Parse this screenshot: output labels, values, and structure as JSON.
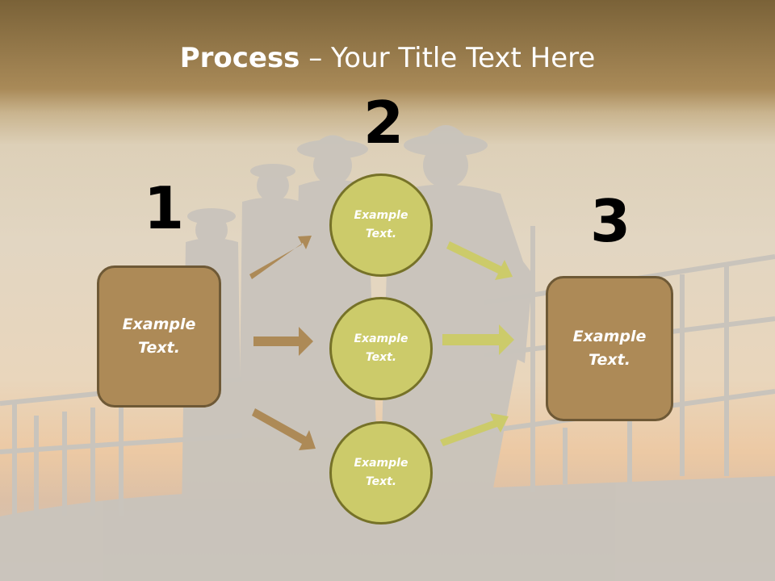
{
  "title": {
    "bold": "Process",
    "rest": " – Your Title Text Here"
  },
  "steps": [
    "1",
    "2",
    "3"
  ],
  "box_left": "Example\nText.",
  "box_right": "Example\nText.",
  "circles": [
    "Example\nText.",
    "Example\nText.",
    "Example\nText."
  ],
  "colors": {
    "box": "#ad8a57",
    "circle": "#cccb6a",
    "arrow_brown": "#ad8a57",
    "arrow_yellow": "#cccb6a"
  }
}
